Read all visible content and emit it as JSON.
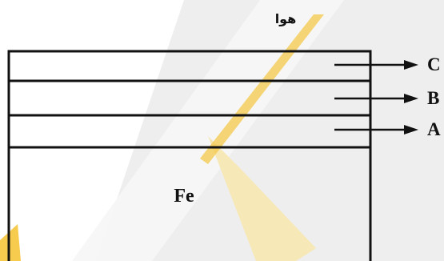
{
  "diagram": {
    "top_label": "هوا",
    "substrate_label": "Fe",
    "layers": [
      {
        "label": "C"
      },
      {
        "label": "B"
      },
      {
        "label": "A"
      }
    ]
  }
}
